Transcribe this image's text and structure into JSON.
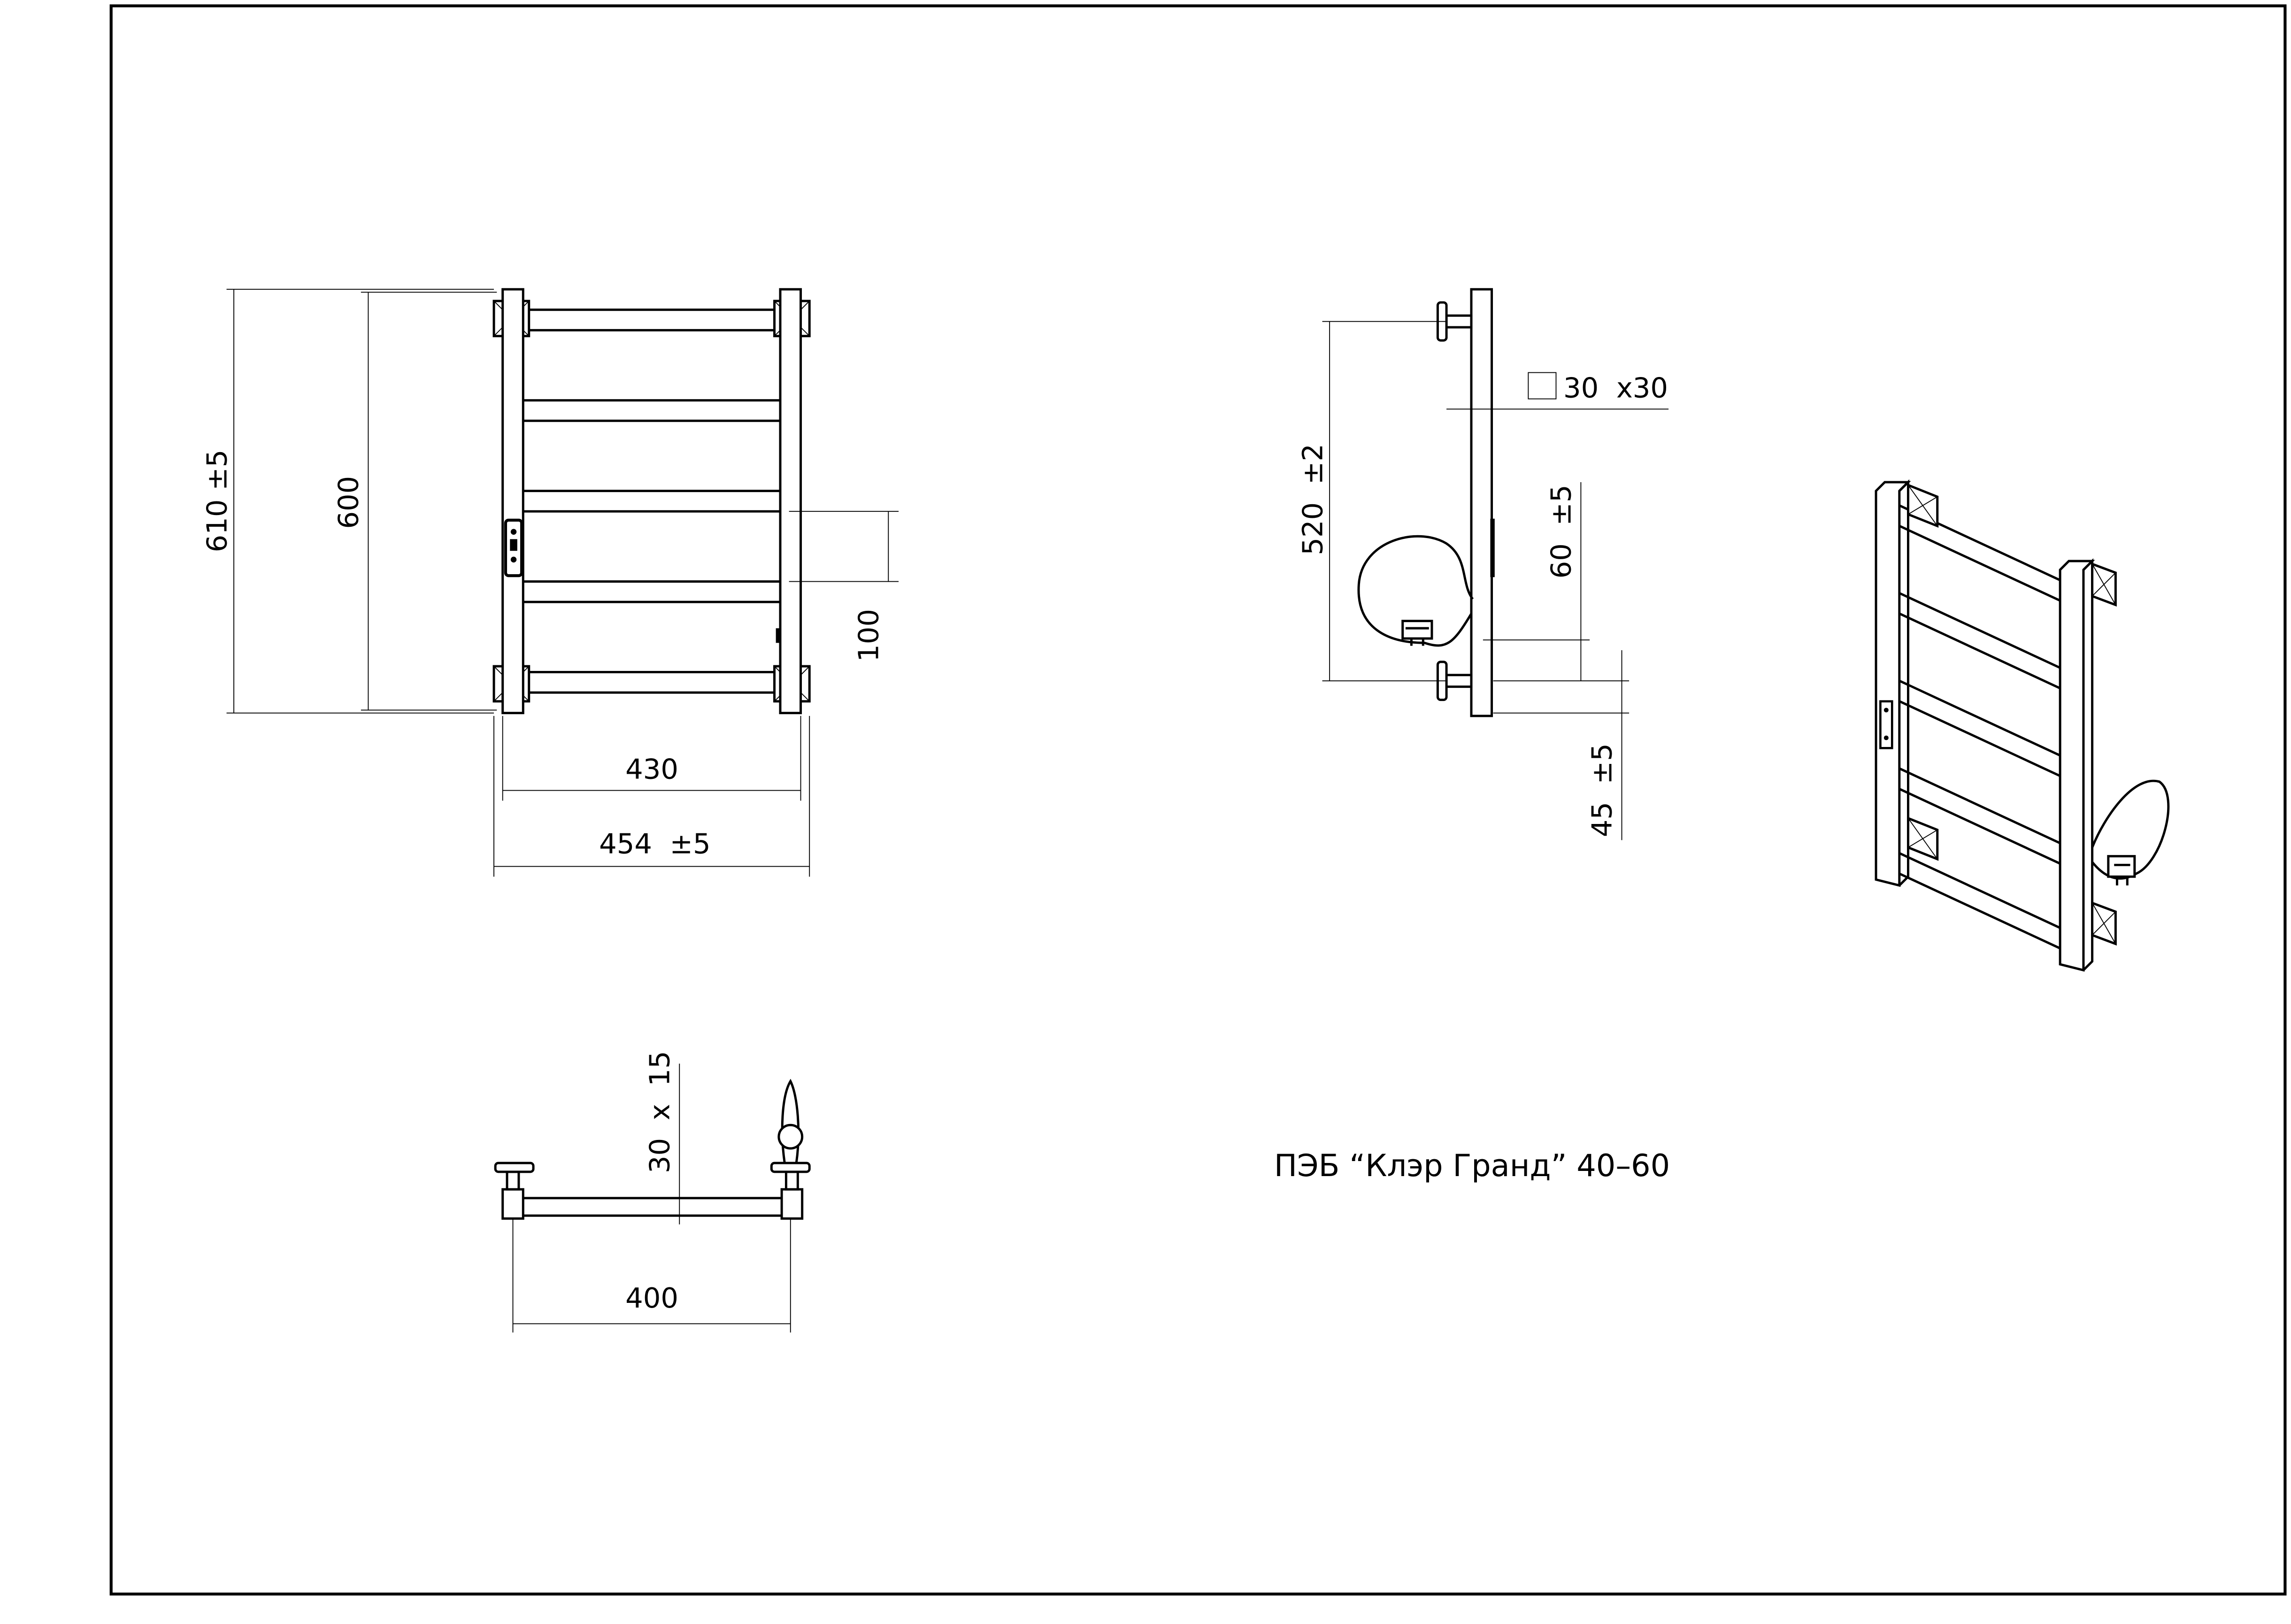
{
  "title": "ПЭБ “Клэр Гранд” 40–60",
  "front_view": {
    "dim_total_height": "610  ±5",
    "dim_mount_height": "600",
    "dim_rung_pitch": "100",
    "dim_mount_width": "430",
    "dim_total_width": "454  ±5"
  },
  "side_view": {
    "dim_mount_spacing": "520  ±2",
    "dim_profile": "30  x30",
    "dim_cable_offset": "60  ±5",
    "dim_bottom_offset": "45  ±5"
  },
  "top_view": {
    "dim_rung_profile": "30  x  15",
    "dim_wall_distance": "400"
  },
  "colors": {
    "line": "#000000",
    "background": "#ffffff"
  }
}
